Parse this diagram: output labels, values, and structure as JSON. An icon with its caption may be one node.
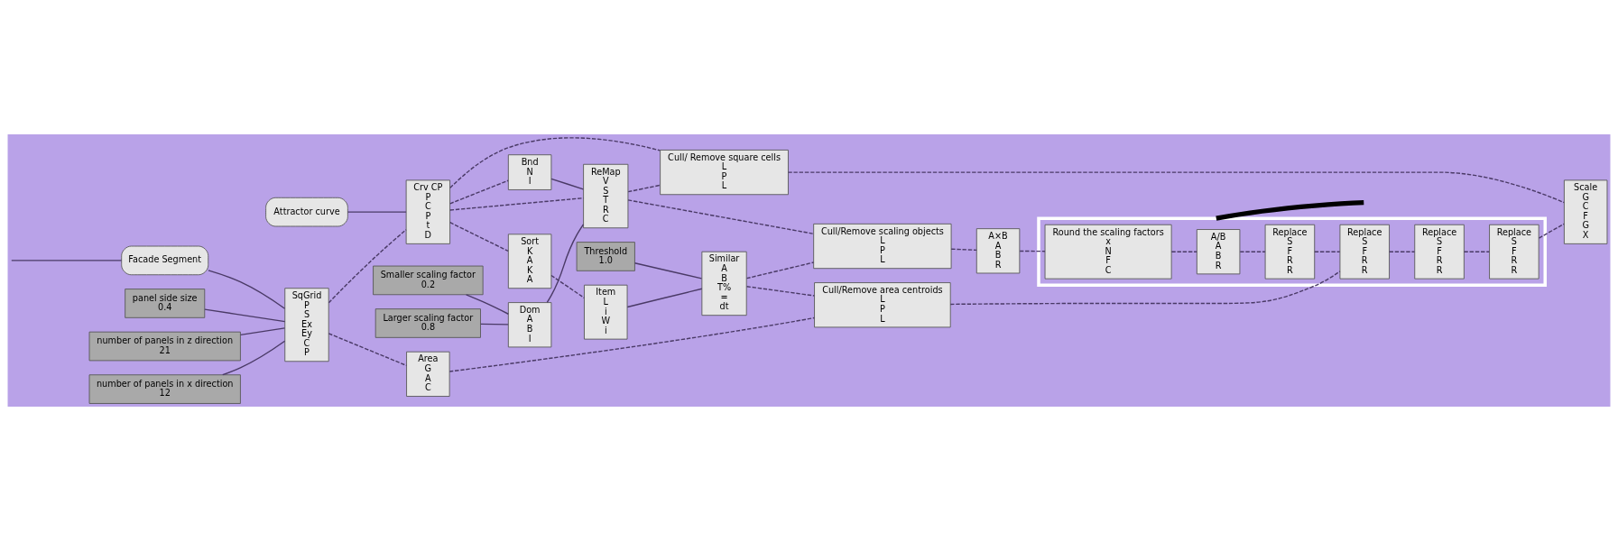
{
  "diagram": {
    "nodes": [
      {
        "text": [
          "Facade Segment"
        ]
      },
      {
        "text": [
          "panel side size",
          "0.4"
        ]
      },
      {
        "text": [
          "number of panels in z direction",
          "21"
        ]
      },
      {
        "text": [
          "number of panels in x direction",
          "12"
        ]
      },
      {
        "text": [
          "Attractor curve"
        ]
      },
      {
        "text": [
          "SqGrid",
          "P",
          "S",
          "Ex",
          "Ey",
          "C",
          "P"
        ]
      },
      {
        "text": [
          "Area",
          "G",
          "A",
          "C"
        ]
      },
      {
        "text": [
          "Crv CP",
          "P",
          "C",
          "P",
          "t",
          "D"
        ]
      },
      {
        "text": [
          "Threshold",
          "1.0"
        ]
      },
      {
        "text": [
          "Sort",
          "K",
          "A",
          "K",
          "A"
        ]
      },
      {
        "text": [
          "Item",
          "L",
          "i",
          "W",
          "i"
        ]
      },
      {
        "text": [
          "Similar",
          "A",
          "B",
          "T%",
          "=",
          "dt"
        ]
      },
      {
        "text": [
          "Bnd",
          "N",
          "I"
        ]
      },
      {
        "text": [
          "Smaller scaling factor",
          "0.2"
        ]
      },
      {
        "text": [
          "Larger scaling factor",
          "0.8"
        ]
      },
      {
        "text": [
          "Dom",
          "A",
          "B",
          "I"
        ]
      },
      {
        "text": [
          "ReMap",
          "V",
          "S",
          "T",
          "R",
          "C"
        ]
      },
      {
        "text": [
          "Cull/Remove area centroids",
          "L",
          "P",
          "L"
        ]
      },
      {
        "text": [
          "Cull/Remove scaling objects",
          "L",
          "P",
          "L"
        ]
      },
      {
        "text": [
          "Cull/ Remove square cells",
          "L",
          "P",
          "L"
        ]
      },
      {
        "text": [
          "A×B",
          "A",
          "B",
          "R"
        ]
      },
      {
        "text": [],
        "shape": "box"
      },
      {
        "text": [
          "Round the scaling factors",
          "x",
          "N",
          "F",
          "C"
        ],
        "in": 21
      },
      {
        "text": [
          "A/B",
          "A",
          "B",
          "R"
        ],
        "in": 21
      },
      {
        "text": [
          "Replace",
          "S",
          "F",
          "R",
          "R"
        ],
        "in": 21
      },
      {
        "text": [
          "Replace",
          "S",
          "F",
          "R",
          "R"
        ],
        "in": 21
      },
      {
        "text": [
          "Replace",
          "S",
          "F",
          "R",
          "R"
        ],
        "in": 21
      },
      {
        "text": [
          "Replace",
          "S",
          "F",
          "R",
          "R"
        ],
        "in": 21
      },
      {
        "text": [
          "Scale",
          "G",
          "C",
          "F",
          "G",
          "X"
        ]
      }
    ],
    "edges": [
      {
        "from": null,
        "to": 0,
        "arrow": "none"
      },
      {
        "from": 0,
        "to": 5,
        "arrow": "none"
      },
      {
        "from": 1,
        "to": 5,
        "arrow": "none"
      },
      {
        "from": 2,
        "to": 5,
        "arrow": "none"
      },
      {
        "from": 3,
        "to": 5,
        "arrow": "none"
      },
      {
        "from": 4,
        "to": 7,
        "arrow": "none"
      },
      {
        "from": 5,
        "to": 6,
        "arrow": "none",
        "style": "dashed"
      },
      {
        "from": 5,
        "to": 7,
        "arrow": "none",
        "style": "dashed"
      },
      {
        "from": 6,
        "to": 17,
        "arrow": "none",
        "style": "dashed"
      },
      {
        "from": 7,
        "to": 9,
        "arrow": "none",
        "style": "dashed"
      },
      {
        "from": 7,
        "to": 12,
        "arrow": "none",
        "style": "dashed"
      },
      {
        "from": 7,
        "to": 16,
        "arrow": "none",
        "style": "dashed"
      },
      {
        "from": 7,
        "to": 19,
        "arrow": "none",
        "style": "dashed"
      },
      {
        "from": 8,
        "to": 11,
        "arrow": "none"
      },
      {
        "from": 9,
        "to": 10,
        "arrow": "none",
        "style": "dashed"
      },
      {
        "from": 10,
        "to": 11,
        "arrow": "none"
      },
      {
        "from": 11,
        "to": 17,
        "arrow": "none",
        "style": "dashed"
      },
      {
        "from": 11,
        "to": 18,
        "arrow": "none",
        "style": "dashed"
      },
      {
        "from": 12,
        "to": 16,
        "arrow": "none"
      },
      {
        "from": 13,
        "to": 15,
        "arrow": "none"
      },
      {
        "from": 14,
        "to": 15,
        "arrow": "none"
      },
      {
        "from": 15,
        "to": 16,
        "arrow": "none"
      },
      {
        "from": 16,
        "to": 18,
        "arrow": "none",
        "style": "dashed"
      },
      {
        "from": 16,
        "to": 19,
        "arrow": "none",
        "style": "dashed"
      },
      {
        "from": 18,
        "to": 20,
        "arrow": "none",
        "style": "dashed"
      },
      {
        "from": 20,
        "to": 22,
        "arrow": "none",
        "style": "dashed"
      },
      {
        "from": 22,
        "to": 23,
        "arrow": "none",
        "style": "dashed"
      },
      {
        "from": 23,
        "to": 24,
        "arrow": "none",
        "style": "dashed"
      },
      {
        "from": 24,
        "to": 25,
        "arrow": "none",
        "style": "dashed"
      },
      {
        "from": 17,
        "to": 25,
        "arrow": "none",
        "style": "dashed"
      },
      {
        "from": 25,
        "to": 26,
        "arrow": "none",
        "style": "dashed"
      },
      {
        "from": 26,
        "to": 27,
        "arrow": "none",
        "style": "dashed"
      },
      {
        "from": 27,
        "to": 28,
        "arrow": "none",
        "style": "dashed"
      },
      {
        "from": 19,
        "to": 28,
        "arrow": "none",
        "style": "dashed"
      },
      {
        "from": 21,
        "to": null,
        "arrow": "none",
        "style": "thick",
        "color": "#000000"
      }
    ]
  }
}
